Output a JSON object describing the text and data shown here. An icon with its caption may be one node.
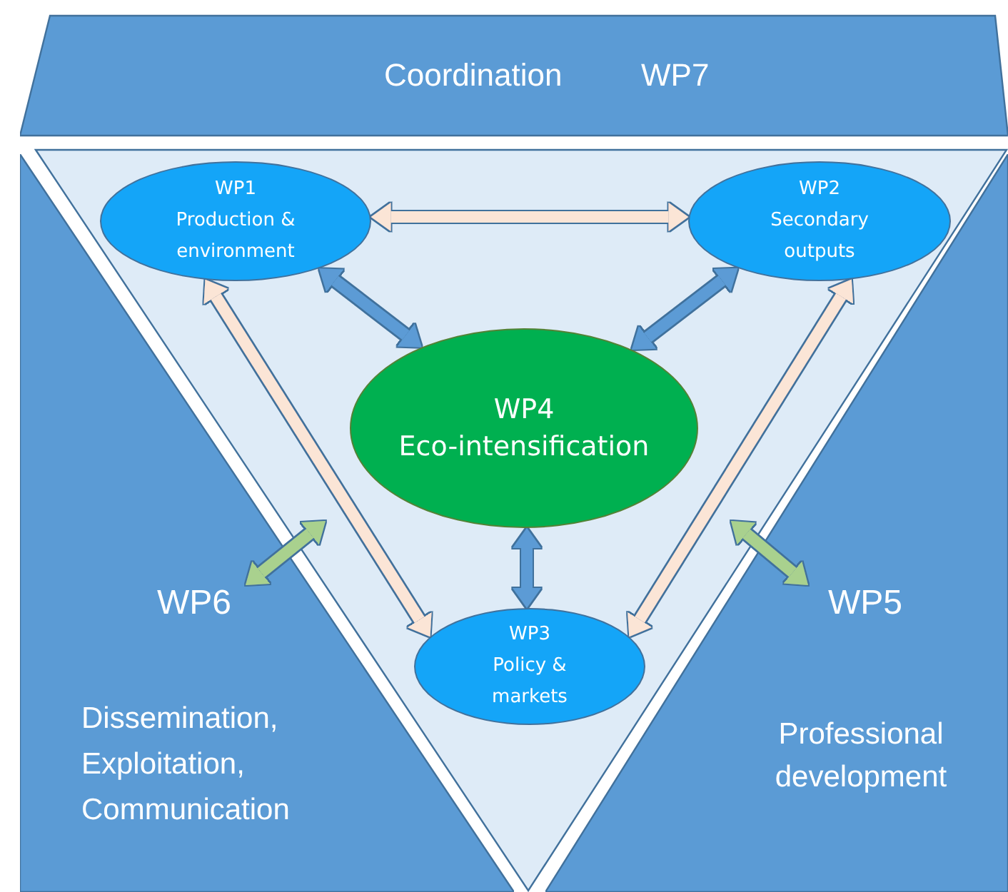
{
  "diagram": {
    "nodes": [
      {
        "text": [
          "Coordination",
          "WP7"
        ]
      },
      {
        "text": [
          "WP6",
          "Dissemination, Exploitation, Communication"
        ]
      },
      {
        "text": [
          "WP5",
          "Professional development"
        ]
      },
      {
        "text": [],
        "shape": "triangle"
      },
      {
        "text": [
          "WP1",
          "Production & environment"
        ],
        "in": 3
      },
      {
        "text": [
          "WP2",
          "Secondary outputs"
        ],
        "in": 3
      },
      {
        "text": [
          "WP4",
          "Eco-intensification"
        ],
        "in": 3
      },
      {
        "text": [
          "WP3",
          "Policy & markets"
        ],
        "in": 3
      }
    ],
    "edges": [
      {
        "from": 4,
        "to": 5,
        "arrow": "both",
        "color": "#fbe5d6"
      },
      {
        "from": 4,
        "to": 6,
        "arrow": "both",
        "color": "#5b9bd5"
      },
      {
        "from": 5,
        "to": 6,
        "arrow": "both",
        "color": "#5b9bd5"
      },
      {
        "from": 6,
        "to": 7,
        "arrow": "both",
        "color": "#5b9bd5"
      },
      {
        "from": 4,
        "to": 7,
        "arrow": "both",
        "color": "#fbe5d6"
      },
      {
        "from": 5,
        "to": 7,
        "arrow": "both",
        "color": "#fbe5d6"
      },
      {
        "from": 1,
        "to": 3,
        "arrow": "both",
        "color": "#a9d18e"
      },
      {
        "from": 2,
        "to": 3,
        "arrow": "both",
        "color": "#a9d18e"
      }
    ]
  }
}
